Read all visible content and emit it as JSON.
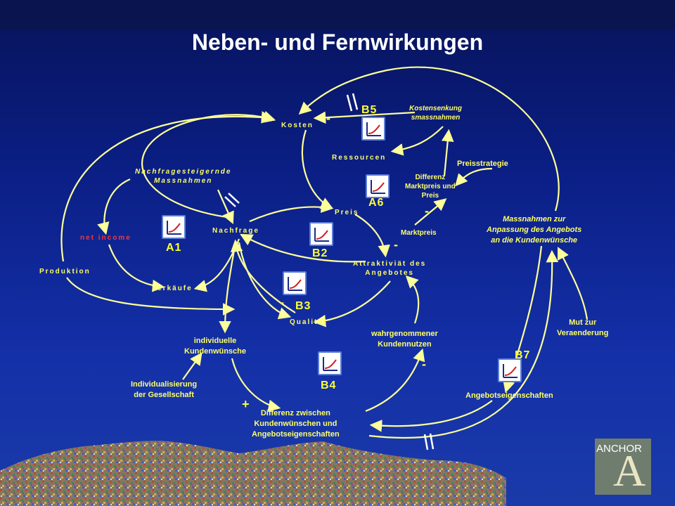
{
  "title": "Neben- und Fernwirkungen",
  "colors": {
    "background": "#0b1f86",
    "label": "#ffff66",
    "arrow": "#ffff99",
    "net_income": "#ff3333"
  },
  "nodes": {
    "kosten": "Kosten",
    "kostensenkung": [
      "Kostensenkung",
      "smassnahmen"
    ],
    "ressourcen": "Ressourcen",
    "nachfragesteigernde": [
      "Nachfragesteigernde",
      "Massnahmen"
    ],
    "differenz_markt": [
      "Differenz",
      "Marktpreis und",
      "Preis"
    ],
    "preisstrategie": "Preisstrategie",
    "net_income": "net income",
    "nachfrage": "Nachfrage",
    "preis": "Preis",
    "marktpreis": "Marktpreis",
    "massnahmen_anpassung": [
      "Massnahmen zur",
      "Anpassung des Angebots",
      "an die Kundenwünsche"
    ],
    "produktion": "Produktion",
    "attraktivitaet": [
      "Attraktiviät des",
      "Angebotes"
    ],
    "verkaeufe": "Verkäufe",
    "qualitaet": "Qualität",
    "individuelle": [
      "individuelle",
      "Kundenwünsche"
    ],
    "wahrgenommener": [
      "wahrgenommener",
      "Kundennutzen"
    ],
    "mut": [
      "Mut zur",
      "Veraenderung"
    ],
    "individualisierung": [
      "Individualisierung",
      "der Gesellschaft"
    ],
    "angebotseigenschaften": "Angebotseigenschaften",
    "differenz_kunden": [
      "Differenz zwischen",
      "Kundenwünschen und",
      "Angebotseigenschaften"
    ]
  },
  "codes": {
    "B5": "B5",
    "A6": "A6",
    "A1": "A1",
    "B2": "B2",
    "B3": "B3",
    "B4": "B4",
    "B7": "B7"
  },
  "signs": {
    "minus": "-",
    "plus": "+"
  },
  "logo": {
    "text": "ANCHOR",
    "letter": "A"
  }
}
